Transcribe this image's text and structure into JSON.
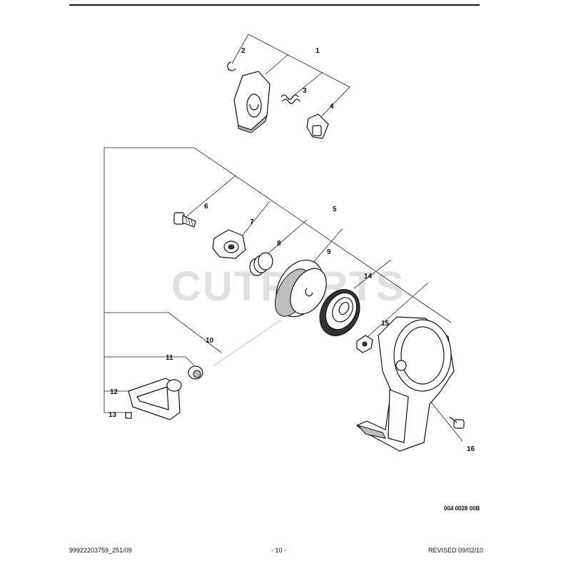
{
  "watermark": "CUTPARTS",
  "callouts": [
    "1",
    "2",
    "3",
    "4",
    "5",
    "6",
    "7",
    "8",
    "9",
    "10",
    "11",
    "12",
    "13",
    "14",
    "15",
    "16"
  ],
  "reference_code": "004 0028 00B",
  "footer": {
    "left": "99922203759_251/09",
    "center": "- 10 -",
    "right": "REVISED 09/02/10"
  }
}
